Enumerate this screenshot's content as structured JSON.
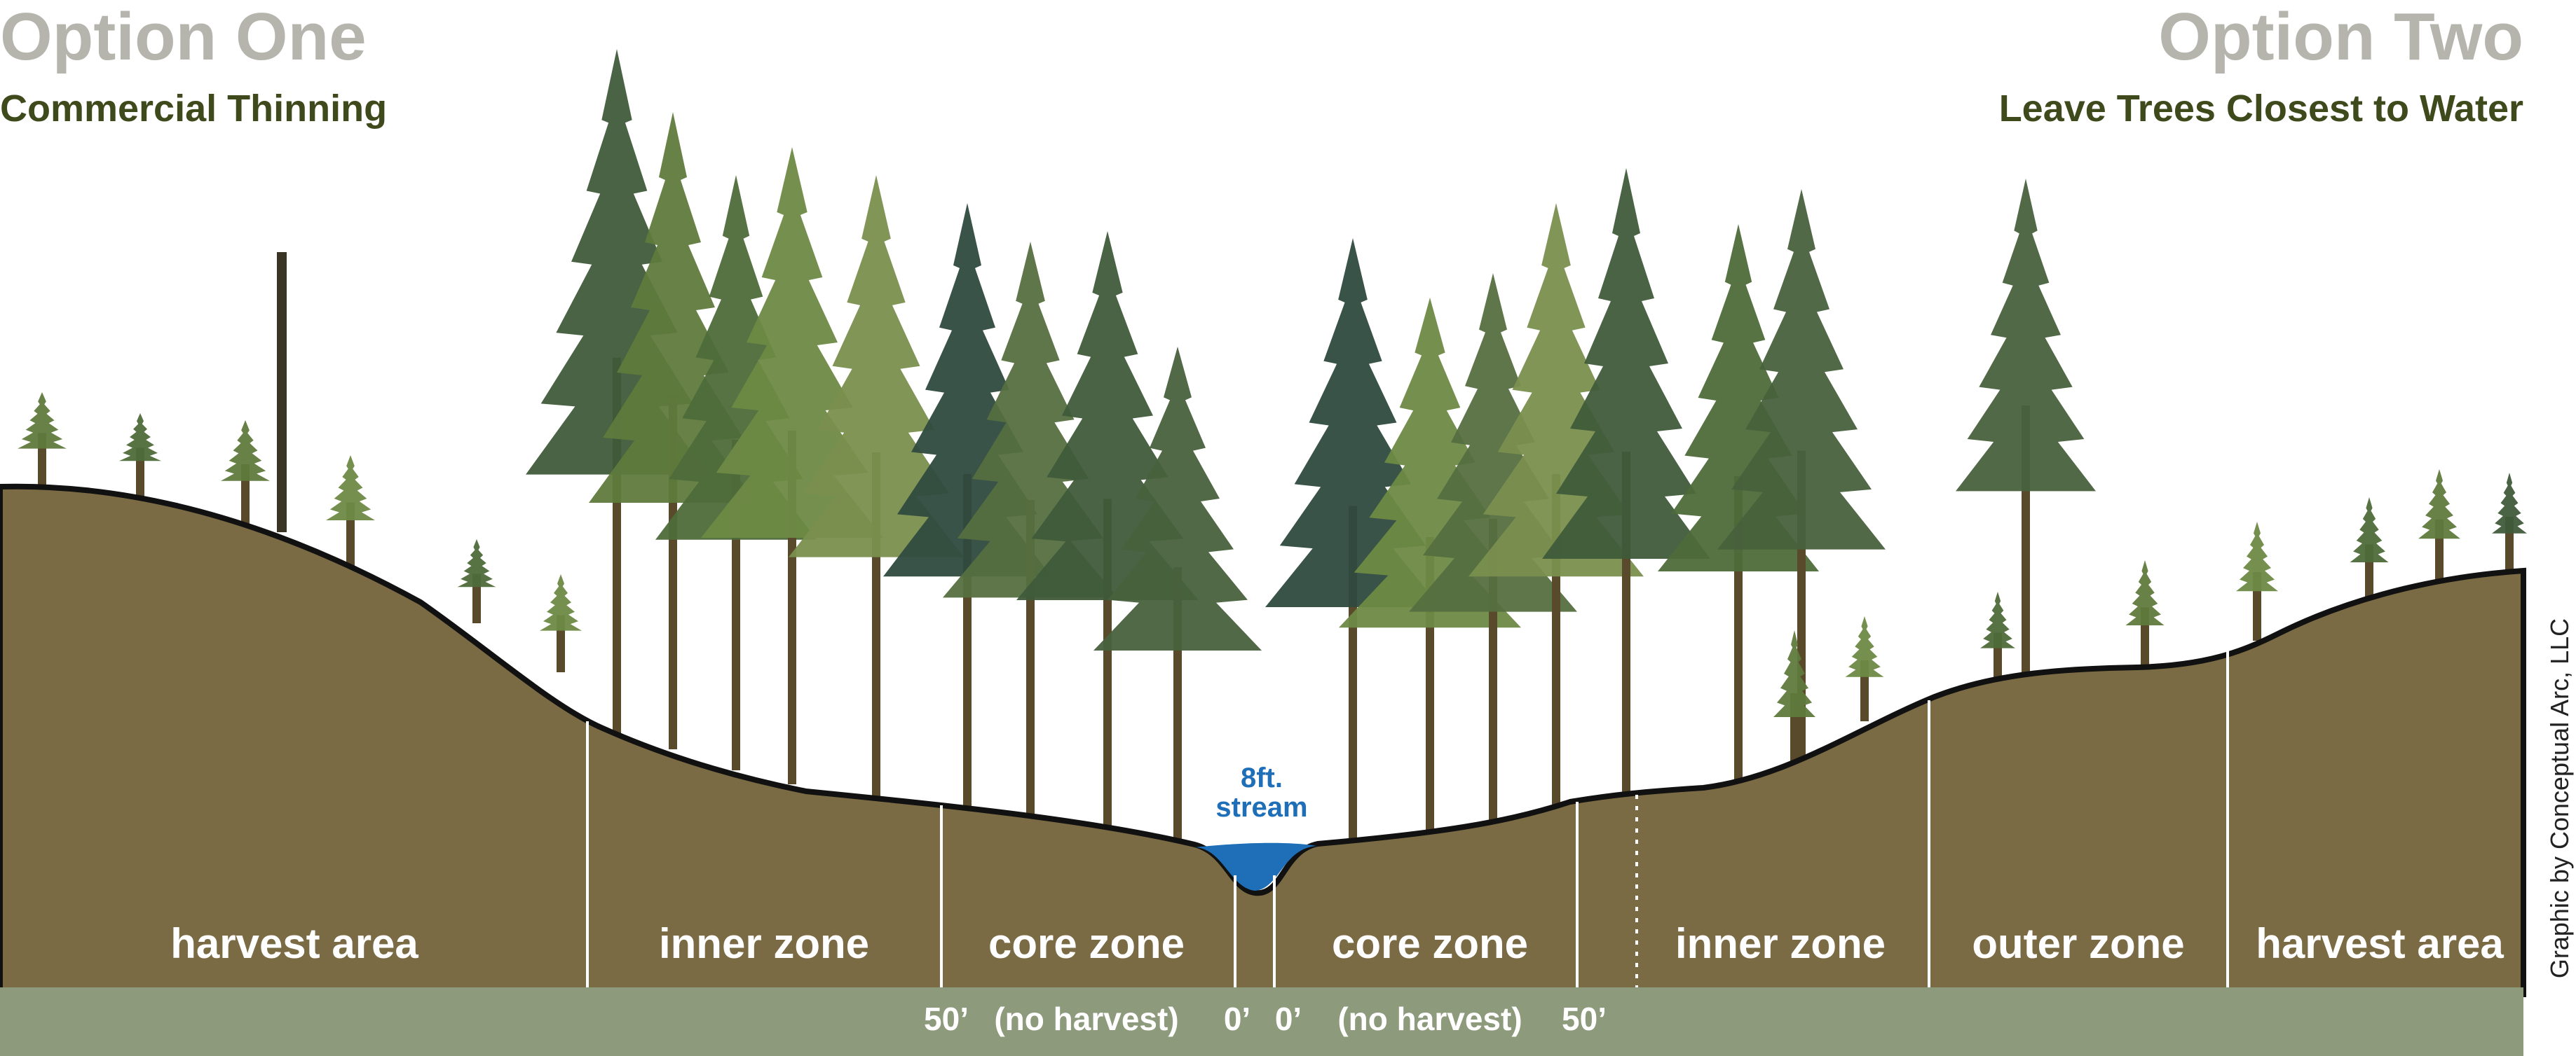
{
  "header": {
    "left_title": "Option One",
    "left_subtitle": "Commercial Thinning",
    "right_title": "Option Two",
    "right_subtitle": "Leave Trees Closest to Water"
  },
  "zones": [
    {
      "label": "harvest area"
    },
    {
      "label": "inner zone"
    },
    {
      "label": "core zone"
    },
    {
      "label": "core zone"
    },
    {
      "label": "inner zone"
    },
    {
      "label": "outer zone"
    },
    {
      "label": "harvest area"
    }
  ],
  "measurements": [
    {
      "label": "50’"
    },
    {
      "label": "(no harvest)"
    },
    {
      "label": "0’"
    },
    {
      "label": "0’"
    },
    {
      "label": "(no harvest)"
    },
    {
      "label": "50’"
    }
  ],
  "stream": {
    "line1": "8ft.",
    "line2": "stream"
  },
  "credit": "Graphic by Conceptual Arc, LLC",
  "colors": {
    "ground": "#7a6b45",
    "ground_band": "#8e9a7c",
    "water": "#1f6fb8",
    "title_gray": "#b5b5ad",
    "subtitle_green": "#3e4a1c"
  }
}
